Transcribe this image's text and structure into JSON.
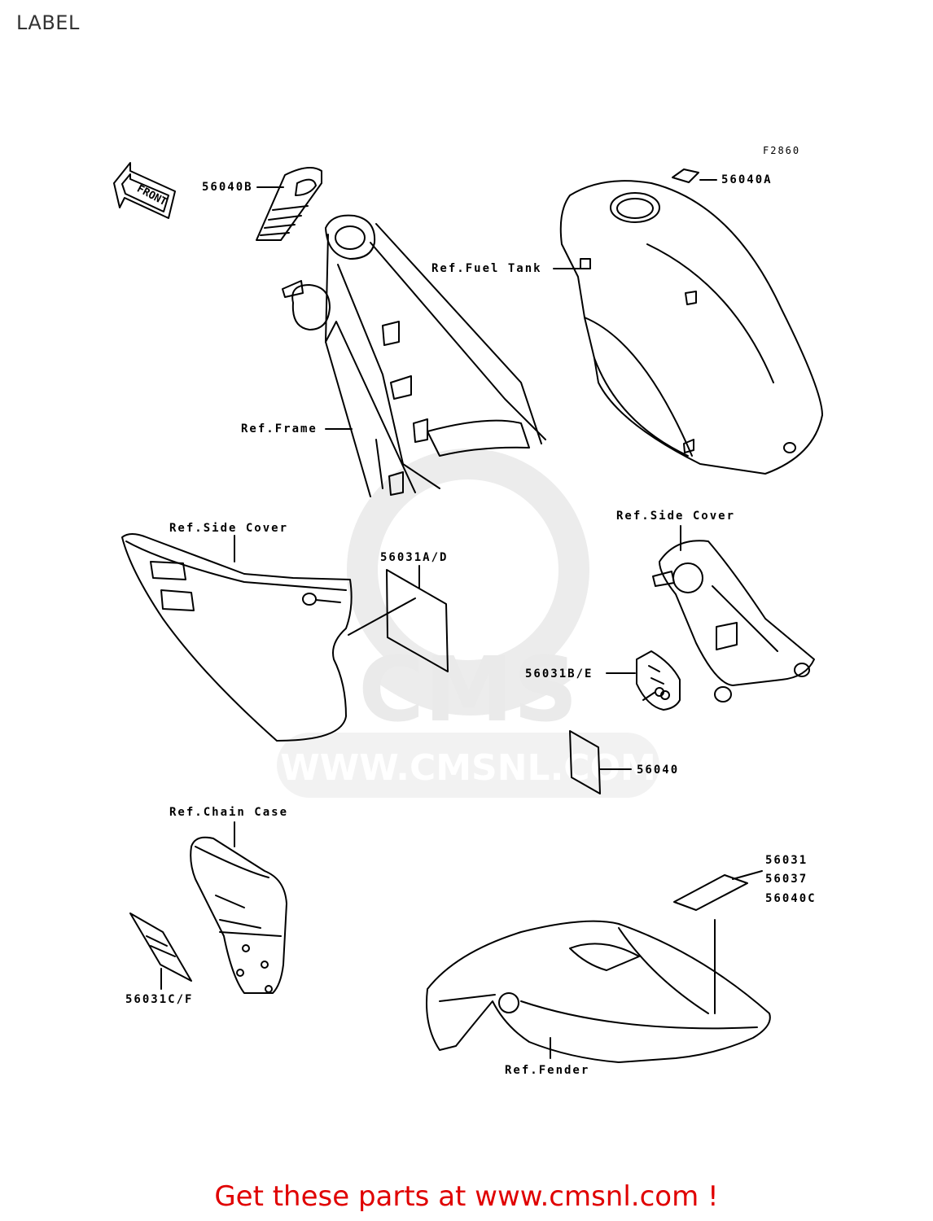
{
  "title": "LABEL",
  "figure_code": "F2860",
  "front_marker": "FRONT",
  "watermark": {
    "logo_text": "CMS",
    "url": "WWW.CMSNL.COM"
  },
  "labels": {
    "part_56040B": "56040B",
    "part_56040A": "56040A",
    "ref_fuel_tank": "Ref.Fuel Tank",
    "ref_frame": "Ref.Frame",
    "ref_side_cover_left": "Ref.Side Cover",
    "part_56031AD": "56031A/D",
    "ref_side_cover_right": "Ref.Side Cover",
    "part_56031BE": "56031B/E",
    "part_56040": "56040",
    "ref_chain_case": "Ref.Chain Case",
    "part_56031": "56031",
    "part_56037": "56037",
    "part_56040C": "56040C",
    "part_56031CF": "56031C/F",
    "ref_fender": "Ref.Fender"
  },
  "footer": {
    "cta": "Get these parts at www.cmsnl.com !"
  },
  "colors": {
    "line": "#000000",
    "cta": "#e00000",
    "watermark": "#efefef"
  }
}
